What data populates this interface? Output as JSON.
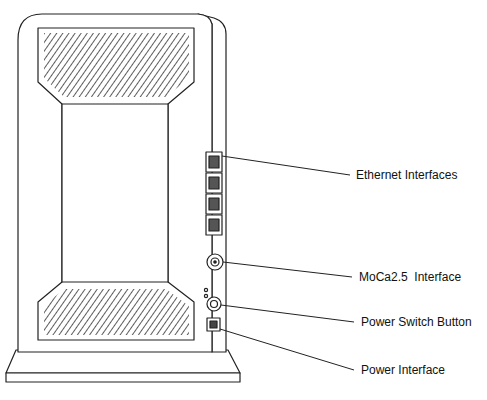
{
  "diagram": {
    "labels": [
      "Ethernet Interfaces",
      "MoCa2.5  Interface",
      "Power Switch Button",
      "Power Interface"
    ]
  }
}
